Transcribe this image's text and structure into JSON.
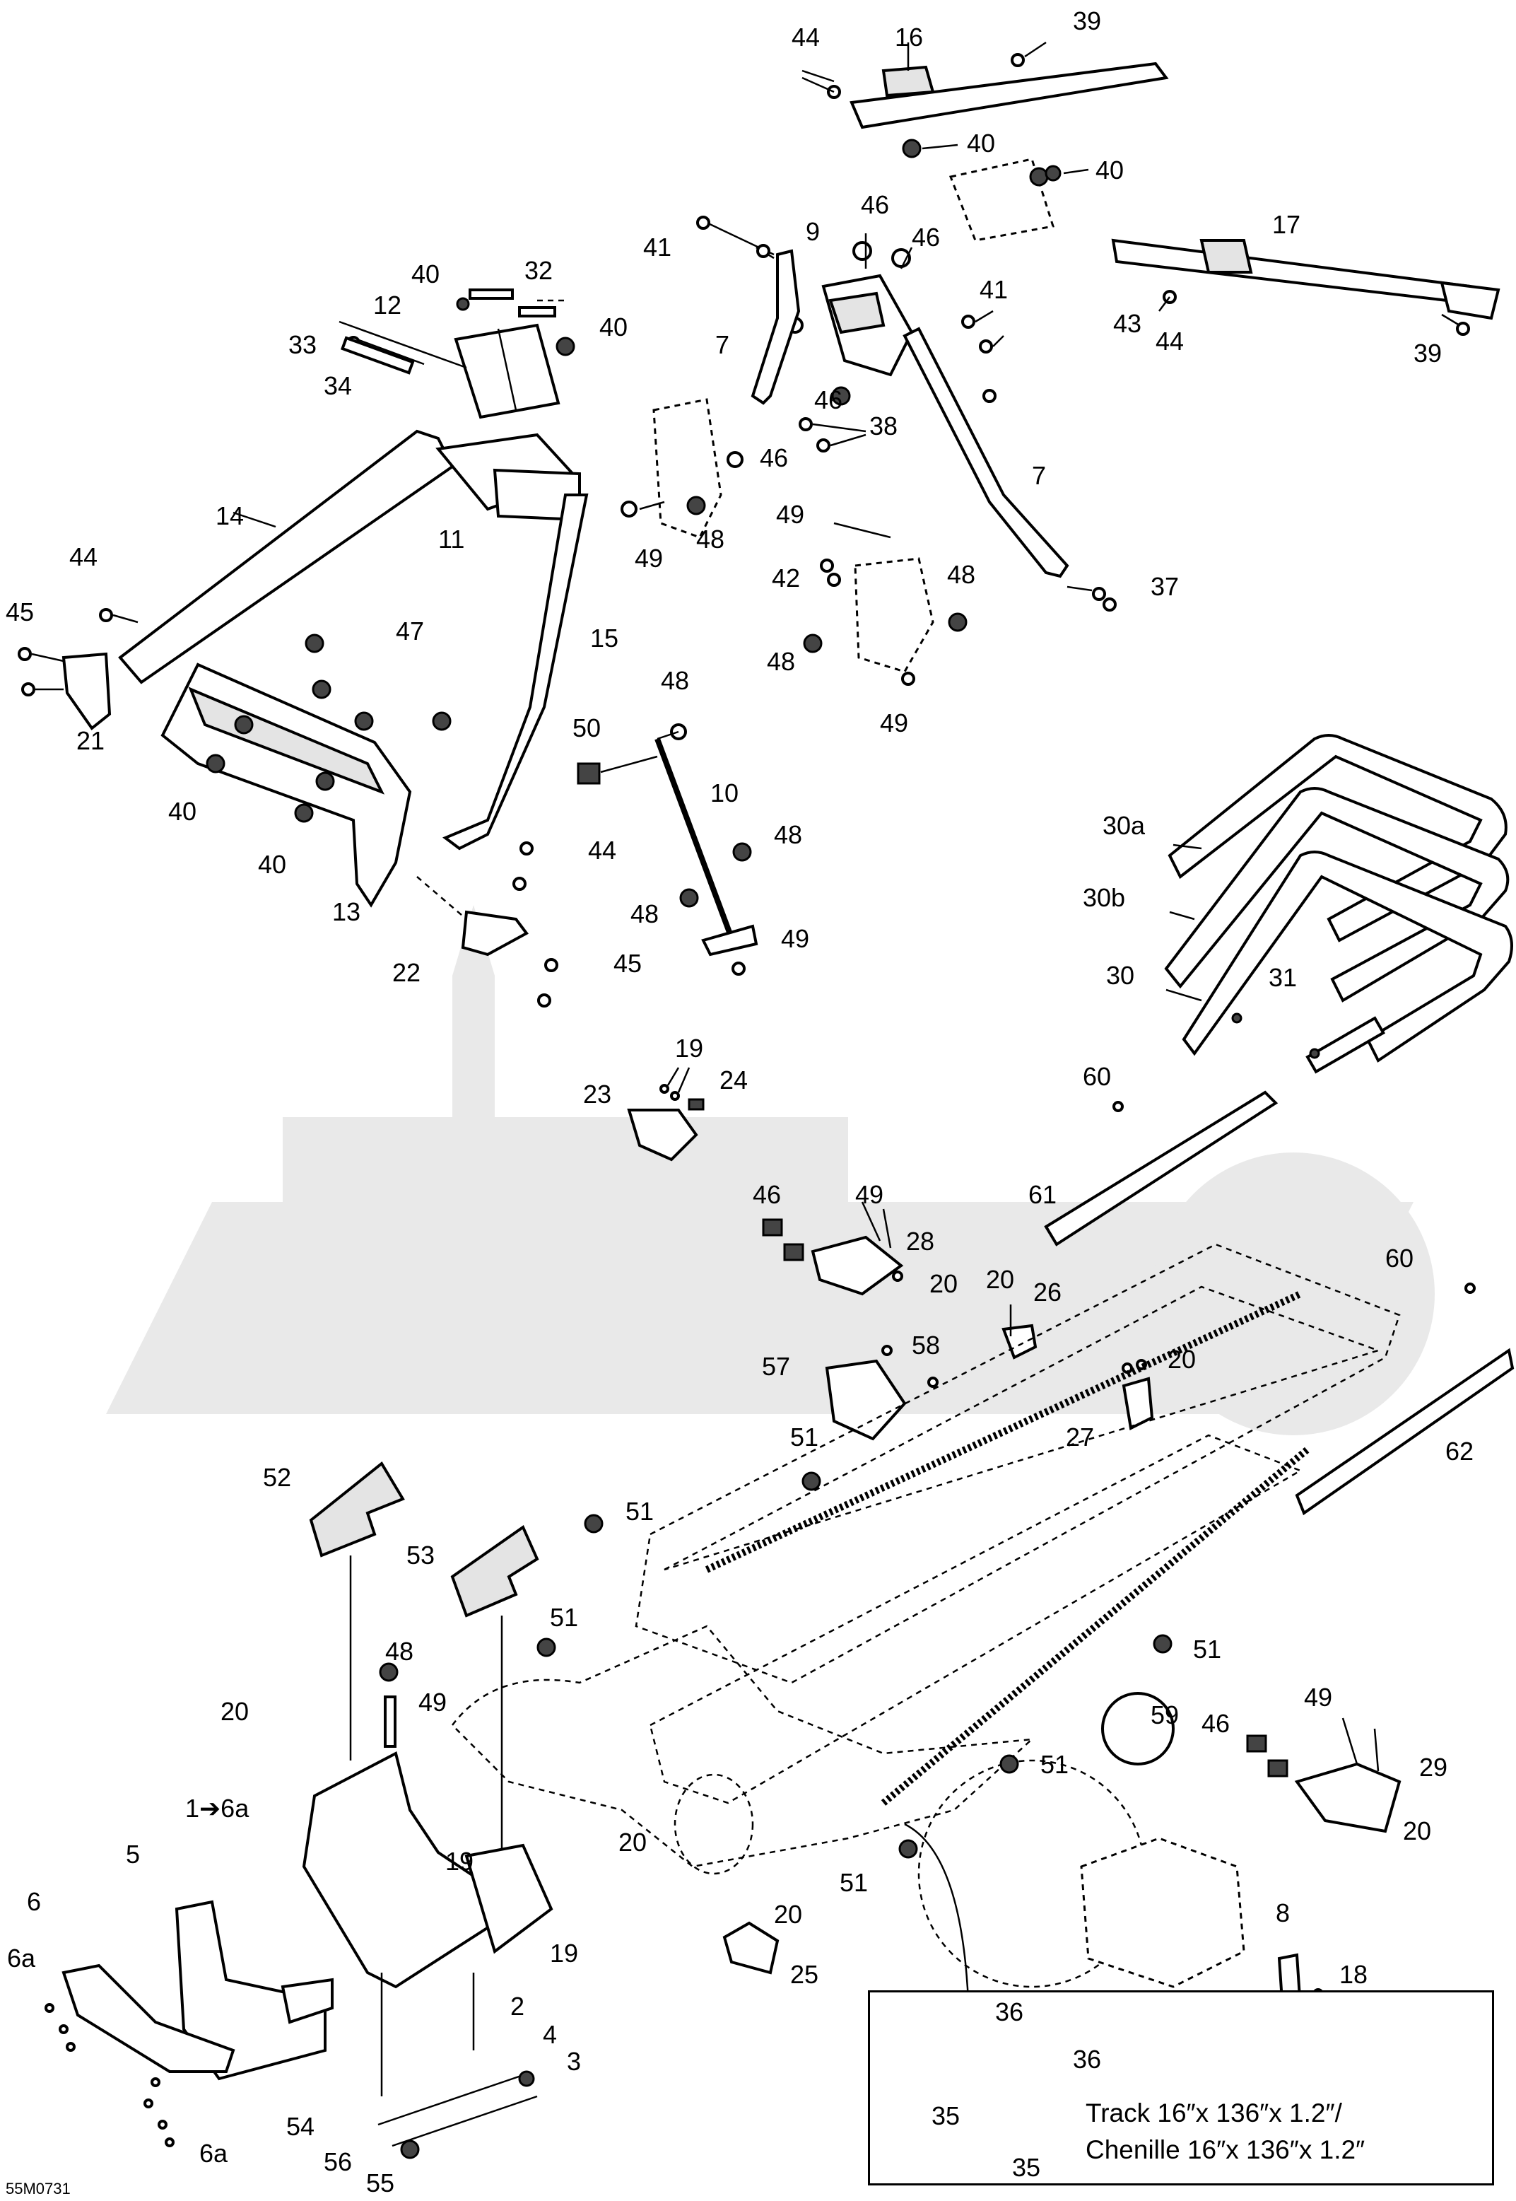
{
  "diagram_code": "55M0731",
  "labels": {
    "l44a": "44",
    "l16": "16",
    "l39a": "39",
    "l40a": "40",
    "l40b": "40",
    "l46a": "46",
    "l46b": "46",
    "l9": "9",
    "l41a": "41",
    "l17": "17",
    "l41b": "41",
    "l43": "43",
    "l44b": "44",
    "l39b": "39",
    "l40c": "40",
    "l32": "32",
    "l12": "12",
    "l33": "33",
    "l40d": "40",
    "l34": "34",
    "l7a": "7",
    "l46c": "46",
    "l38": "38",
    "l46d": "46",
    "l14": "14",
    "l11": "11",
    "l7b": "7",
    "l48a": "48",
    "l49a": "49",
    "l49b": "49",
    "l42": "42",
    "l48b": "48",
    "l37": "37",
    "l44c": "44",
    "l45a": "45",
    "l15": "15",
    "l47": "47",
    "l48c": "48",
    "l49c": "49",
    "l48d": "48",
    "l21": "21",
    "l40e": "40",
    "l50": "50",
    "l10": "10",
    "l40f": "40",
    "l44d": "44",
    "l48e": "48",
    "l13": "13",
    "l49d": "49",
    "l48f": "48",
    "l22": "22",
    "l45b": "45",
    "l30a": "30a",
    "l30b": "30b",
    "l30": "30",
    "l31": "31",
    "l19a": "19",
    "l24": "24",
    "l23": "23",
    "l60a": "60",
    "l46e": "46",
    "l49e": "49",
    "l61": "61",
    "l28": "28",
    "l20a": "20",
    "l60b": "60",
    "l20b": "20",
    "l26": "26",
    "l57": "57",
    "l58": "58",
    "l20c": "20",
    "l51a": "51",
    "l27": "27",
    "l62": "62",
    "l52": "52",
    "l51b": "51",
    "l53": "53",
    "l51c": "51",
    "l51d": "51",
    "l48g": "48",
    "l20d": "20",
    "l49f": "49",
    "l59": "59",
    "l49g": "49",
    "l46f": "46",
    "l29": "29",
    "l51e": "51",
    "l6a_arrow": "1➔6a",
    "l5": "5",
    "l19b": "19",
    "l20e": "20",
    "l20f": "20",
    "l6": "6",
    "l19c": "19",
    "l51f": "51",
    "l20g": "20",
    "l8": "8",
    "l6aa": "6a",
    "l25": "25",
    "l18": "18",
    "l2": "2",
    "l4": "4",
    "l3": "3",
    "l36a": "36",
    "l36b": "36",
    "l6ab": "6a",
    "l54": "54",
    "l56": "56",
    "l55": "55",
    "l35a": "35",
    "l35b": "35"
  },
  "track_note": {
    "line1": "Track 16″x 136″x 1.2″/",
    "line2": "Chenille 16″x 136″x 1.2″"
  }
}
